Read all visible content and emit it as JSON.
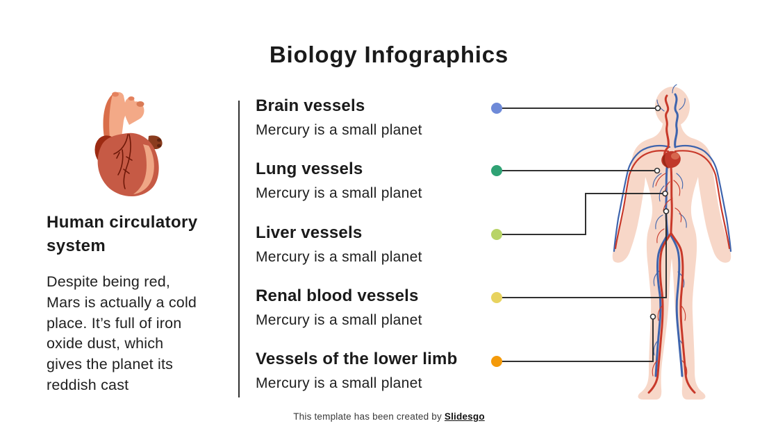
{
  "slide": {
    "title": "Biology Infographics"
  },
  "left_panel": {
    "illustration": "human-heart-illustration",
    "heading_lines": [
      "Human circulatory",
      "system"
    ],
    "paragraph_lines": [
      "Despite being red,",
      "Mars is actually a cold",
      "place. It’s full of iron",
      "oxide dust, which",
      "gives the planet its",
      "reddish cast"
    ]
  },
  "items": [
    {
      "title": "Brain vessels",
      "description": "Mercury is a small planet",
      "dot_color": "#6e8ad8"
    },
    {
      "title": "Lung vessels",
      "description": "Mercury is a small planet",
      "dot_color": "#2fa274"
    },
    {
      "title": "Liver vessels",
      "description": "Mercury is a small planet",
      "dot_color": "#b8d467"
    },
    {
      "title": "Renal blood vessels",
      "description": "Mercury is a small planet",
      "dot_color": "#e8d35f"
    },
    {
      "title": "Vessels of the lower limb",
      "description": "Mercury is a small planet",
      "dot_color": "#f49a0a"
    }
  ],
  "right_panel": {
    "illustration": "human-body-circulatory-system"
  },
  "footer": {
    "text": "This template has been created by",
    "brand": "Slidesgo"
  },
  "colors": {
    "title_text": "#1a1a1a",
    "body_text": "#202020",
    "line": "#303030",
    "artery_red": "#c8392a",
    "vein_blue": "#3e64ad",
    "skin": "#f7d7c8",
    "heart_light": "#f3a987",
    "heart_mid": "#c65a45",
    "heart_dark": "#9c2a12"
  }
}
